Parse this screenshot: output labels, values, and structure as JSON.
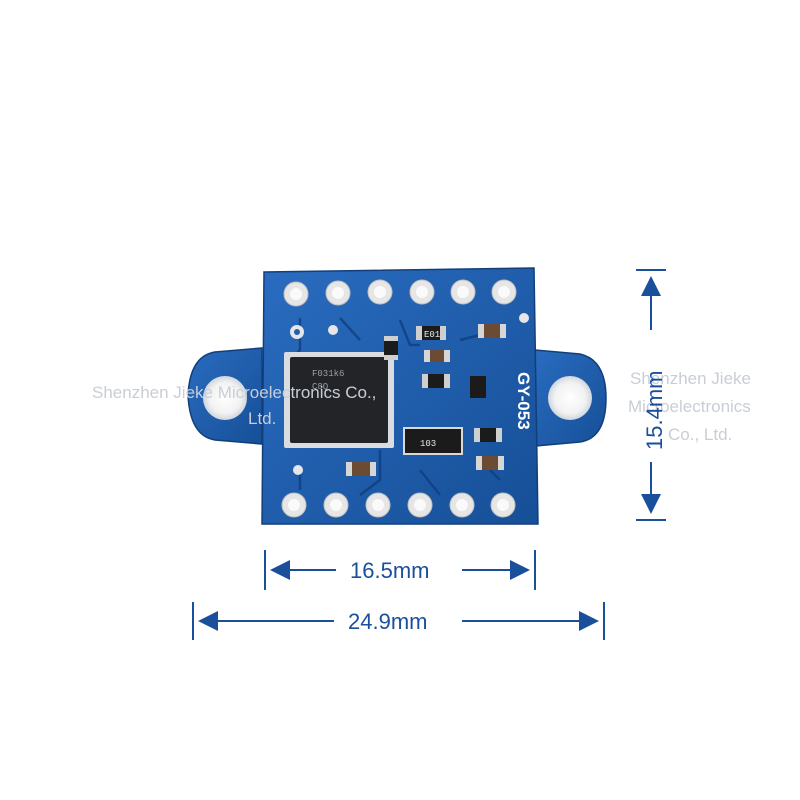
{
  "product": {
    "board_label": "GY-053",
    "chip_marking": [
      "F031k6",
      "C8Q"
    ],
    "resistor_marking": "103",
    "small_part_markings": [
      "E01",
      "103"
    ],
    "board_color": "#1f5fae",
    "pad_color": "#e6e6e6"
  },
  "dimensions": {
    "inner_width": "16.5mm",
    "outer_width": "24.9mm",
    "height": "15.4mm",
    "line_color": "#1a4f9c"
  },
  "watermarks": {
    "left_line1": "Shenzhen Jieke Microelectronics Co.,",
    "left_line2": "Ltd.",
    "right_line1": "Shenzhen Jieke",
    "right_line2": "Microelectronics",
    "right_line3": "Co., Ltd."
  }
}
